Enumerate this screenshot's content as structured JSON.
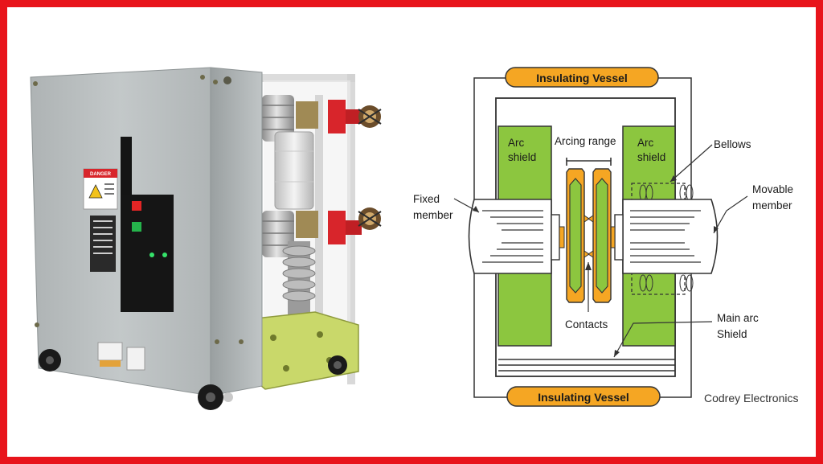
{
  "labels": {
    "insulating_vessel_top": "Insulating Vessel",
    "insulating_vessel_bottom": "Insulating Vessel",
    "arc_shield_left_1": "Arc",
    "arc_shield_left_2": "shield",
    "arc_shield_right_1": "Arc",
    "arc_shield_right_2": "shield",
    "arcing_range": "Arcing range",
    "bellows": "Bellows",
    "fixed_member_1": "Fixed",
    "fixed_member_2": "member",
    "movable_member_1": "Movable",
    "movable_member_2": "member",
    "contacts": "Contacts",
    "main_arc_shield_1": "Main arc",
    "main_arc_shield_2": "Shield",
    "credit": "Codrey Electronics"
  },
  "photo": {
    "danger_sign": "DANGER"
  },
  "colors": {
    "frame": "#e8141b",
    "shield_green": "#8cc63f",
    "vessel_orange": "#f5a623",
    "cabinet_grey": "#b7bcbd",
    "bracket_yellow_green": "#c9d86a",
    "insulator_red": "#d8252b"
  }
}
